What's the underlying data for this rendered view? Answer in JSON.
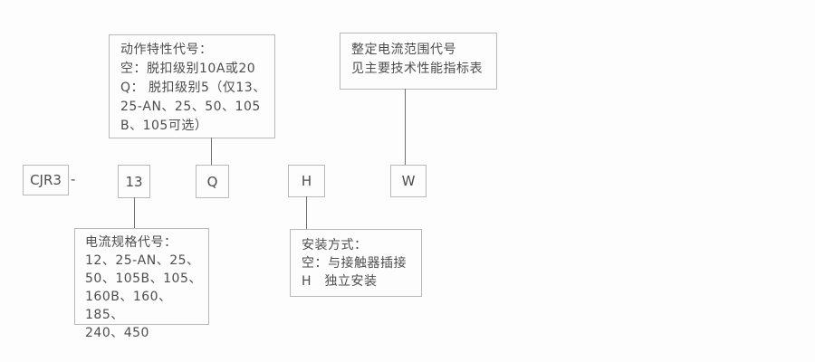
{
  "model_code": {
    "prefix": "CJR3",
    "separator": "-",
    "segment_current_spec": "13",
    "segment_action_characteristic": "Q",
    "segment_mounting": "H",
    "segment_setting_range": "W"
  },
  "callouts": {
    "action_characteristic": {
      "lines": [
        "动作特性代号：",
        "空：脱扣级别10A或20",
        "Q： 脱扣级别5（仅13、",
        "25-AN、25、50、105",
        "B、105可选）"
      ]
    },
    "setting_current_range": {
      "lines": [
        "整定电流范围代号",
        "见主要技术性能指标表"
      ]
    },
    "current_spec": {
      "lines": [
        "电流规格代号：",
        "12、25-AN、25、",
        "50、105B、105、",
        "160B、160、185、",
        "240、450"
      ]
    },
    "mounting": {
      "lines": [
        "安装方式：",
        "空：与接触器插接",
        "H　独立安装"
      ]
    }
  },
  "colors": {
    "background": "#fdfdfd",
    "box_border": "#b9b9b9",
    "text": "#4d4d4d",
    "connector": "#6f6f6f"
  }
}
